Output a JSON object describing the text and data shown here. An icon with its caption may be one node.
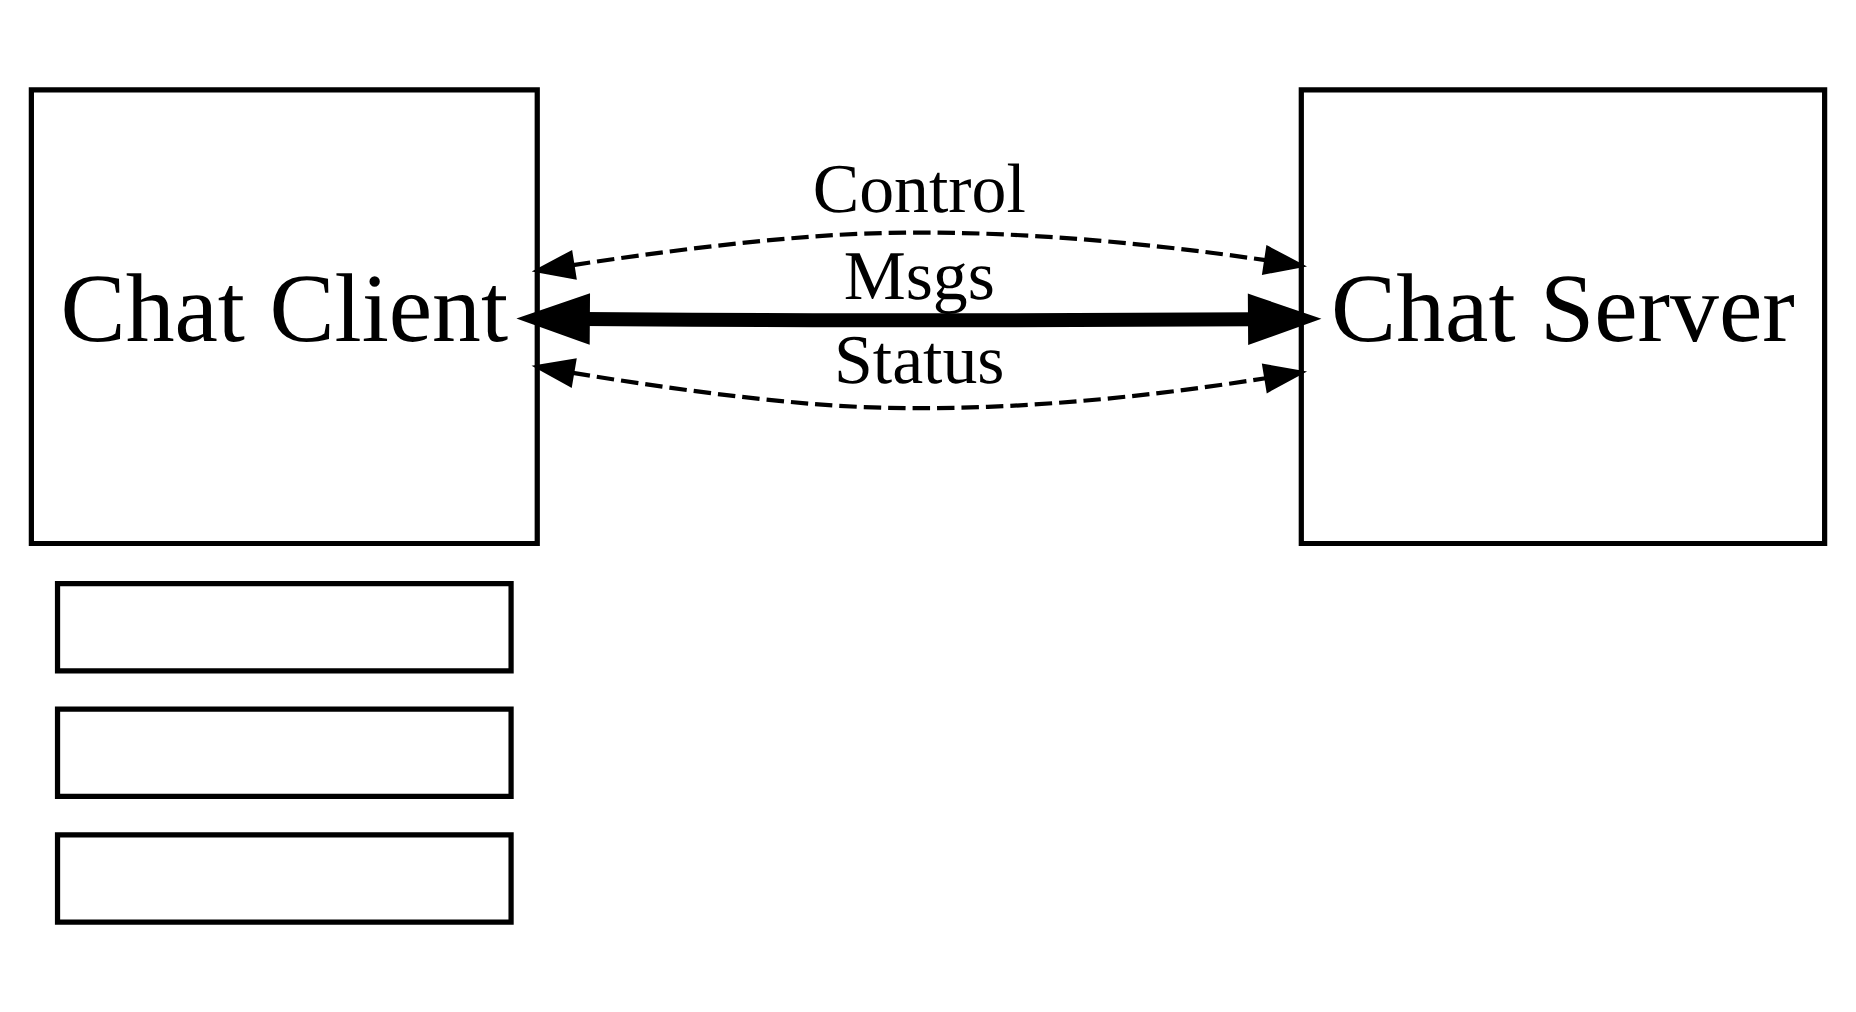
{
  "diagram": {
    "nodes": [
      {
        "text": [],
        "shape": "box"
      },
      {
        "text": [],
        "shape": "box"
      },
      {
        "text": [],
        "shape": "box"
      },
      {
        "text": [
          "Chat Client"
        ]
      },
      {
        "text": [
          "Chat Server"
        ]
      }
    ],
    "edges": [
      {
        "from": 3,
        "to": 4,
        "arrow": "both",
        "label": "Control",
        "style": "dashed"
      },
      {
        "from": 3,
        "to": 4,
        "arrow": "both",
        "label": "Msgs",
        "style": "thick"
      },
      {
        "from": 3,
        "to": 4,
        "arrow": "both",
        "label": "Status",
        "style": "dashed"
      }
    ]
  }
}
